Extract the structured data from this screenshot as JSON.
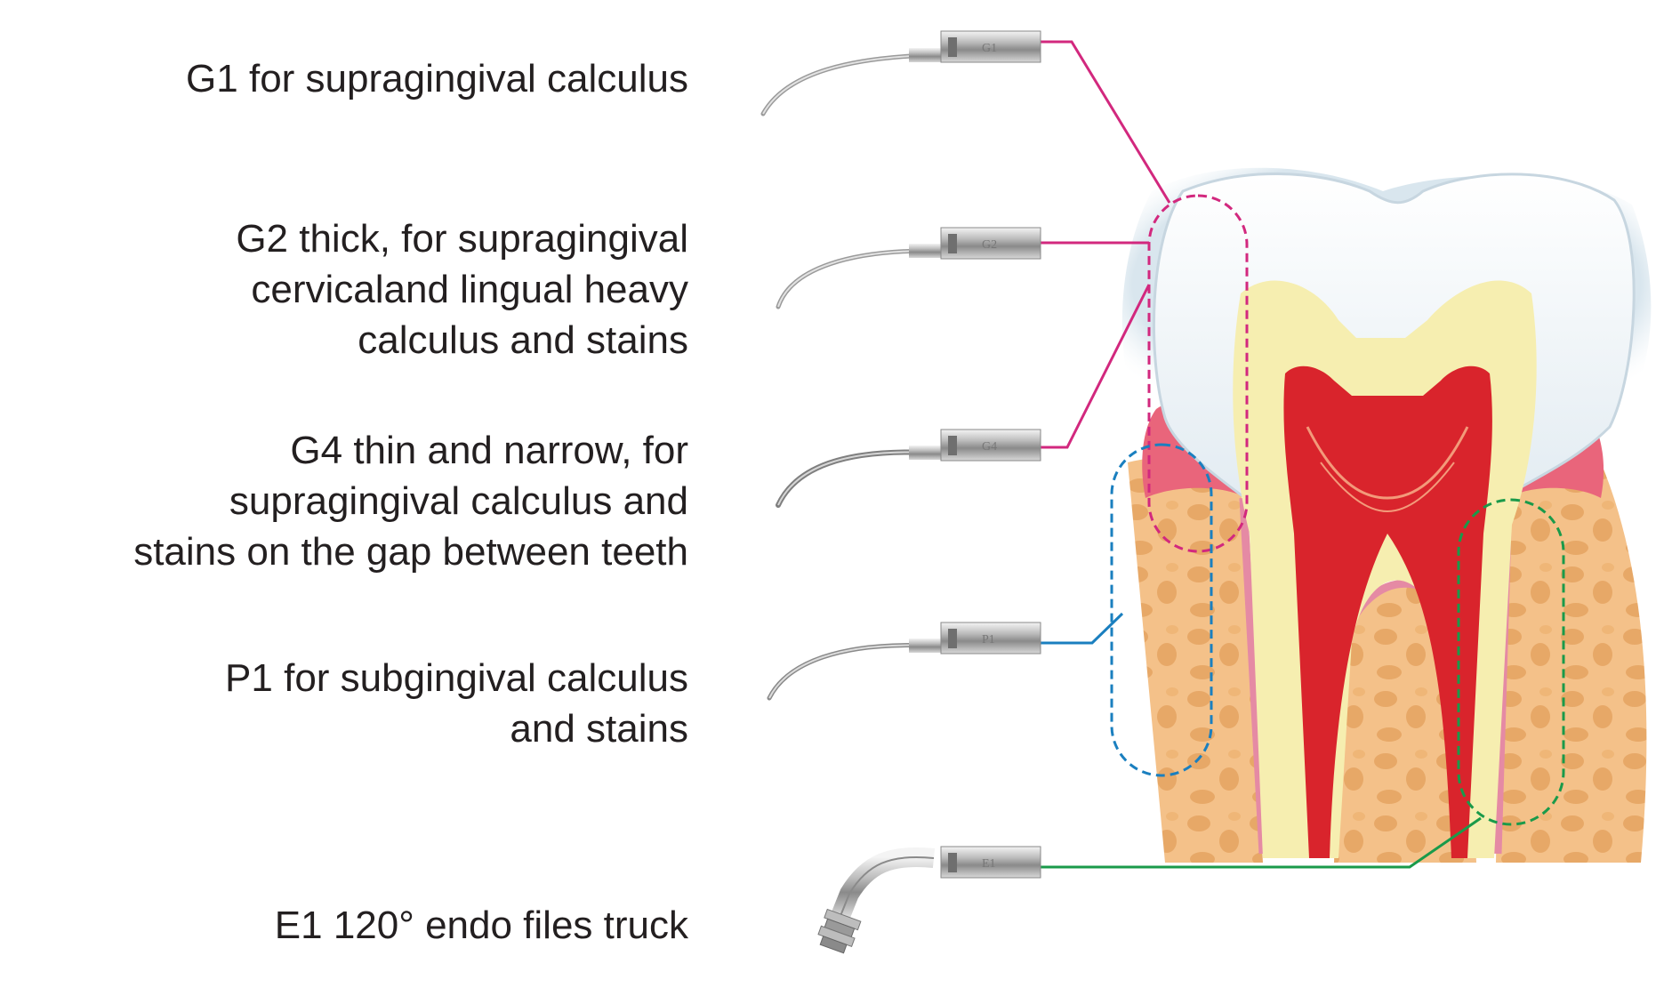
{
  "tips": [
    {
      "id": "G1",
      "code": "G1",
      "label": "G1  for supragingival calculus",
      "color": "#d2287e"
    },
    {
      "id": "G2",
      "code": "G2",
      "label": "G2  thick, for supragingival\ncervicaland lingual heavy\ncalculus and stains",
      "color": "#d2287e"
    },
    {
      "id": "G4",
      "code": "G4",
      "label": "G4 thin and narrow, for\nsupragingival calculus and\nstains on the gap between teeth",
      "color": "#d2287e"
    },
    {
      "id": "P1",
      "code": "P1",
      "label": "P1  for subgingival calculus\nand stains",
      "color": "#1a7fbf"
    },
    {
      "id": "E1",
      "code": "E1",
      "label": "E1  120° endo files truck",
      "color": "#1a9a4a"
    }
  ]
}
